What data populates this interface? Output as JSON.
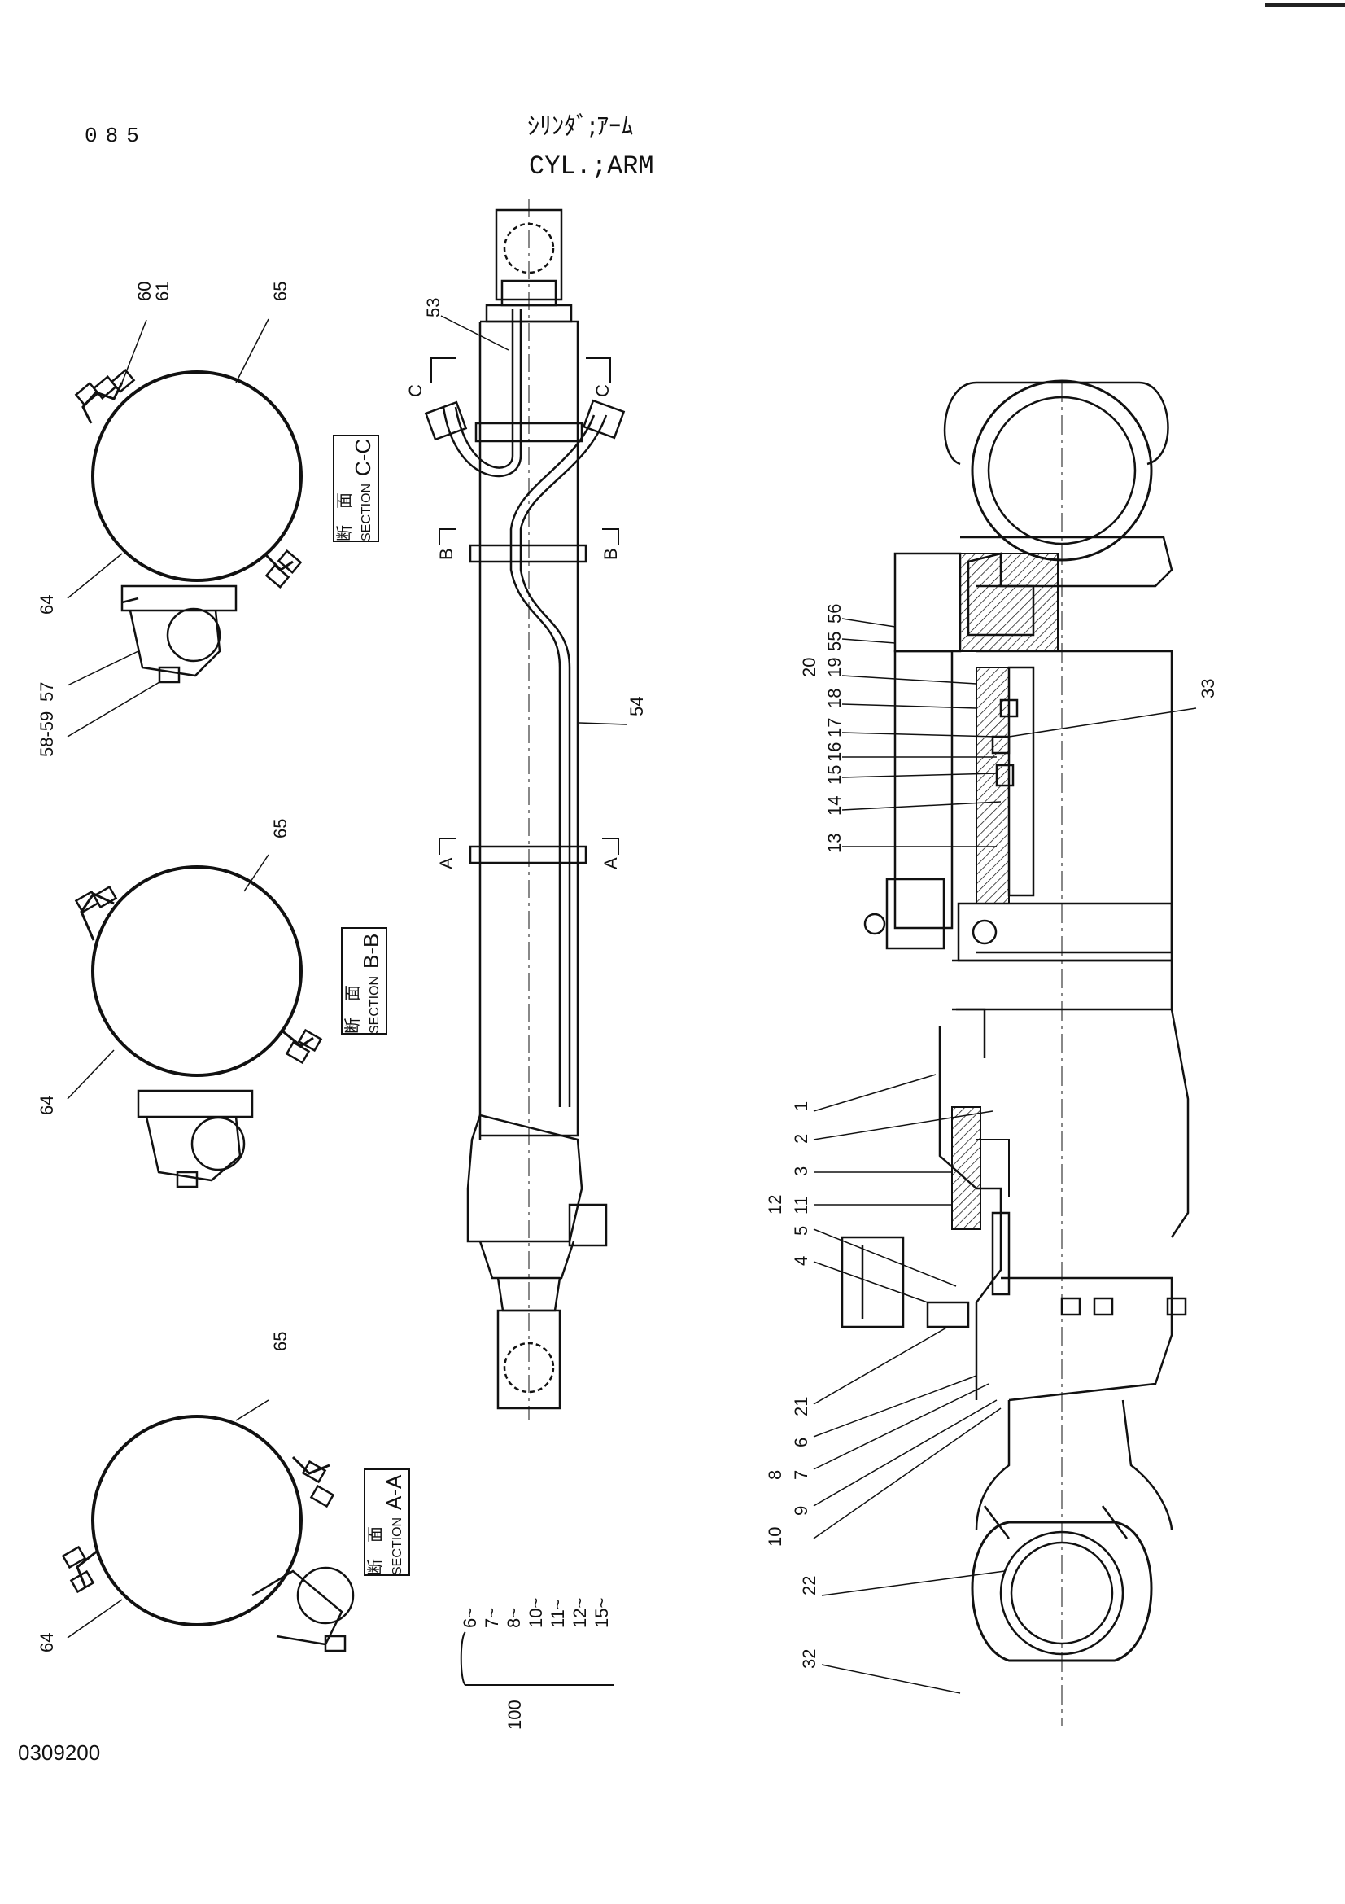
{
  "header": {
    "page_number": "085",
    "title_jp": "ｼﾘﾝﾀﾞ;ｱｰﾑ",
    "title_en": "CYL.;ARM"
  },
  "footer": {
    "doc_code": "0309200"
  },
  "sections": [
    {
      "id": "C-C",
      "jp": "断　面",
      "label": "SECTION",
      "letters": "C-C"
    },
    {
      "id": "B-B",
      "jp": "断　面",
      "label": "SECTION",
      "letters": "B-B"
    },
    {
      "id": "A-A",
      "jp": "断　面",
      "label": "SECTION",
      "letters": "A-A"
    }
  ],
  "section_markers": [
    "C",
    "C",
    "B",
    "B",
    "A",
    "A"
  ],
  "callouts_left": {
    "cc": [
      "60",
      "61",
      "65",
      "64",
      "57",
      "58-59"
    ],
    "bb": [
      "65",
      "64"
    ],
    "aa": [
      "65",
      "64"
    ]
  },
  "callouts_center": [
    "53",
    "54"
  ],
  "kit": {
    "number": "100",
    "items": [
      "6~",
      "7~",
      "8~",
      "10~",
      "11~",
      "12~",
      "15~"
    ]
  },
  "callouts_right": [
    "56",
    "55",
    "20",
    "19",
    "18",
    "17",
    "16",
    "15",
    "14",
    "13",
    "33",
    "1",
    "2",
    "3",
    "12",
    "11",
    "5",
    "4",
    "21",
    "6",
    "8",
    "7",
    "9",
    "10",
    "22",
    "32"
  ]
}
